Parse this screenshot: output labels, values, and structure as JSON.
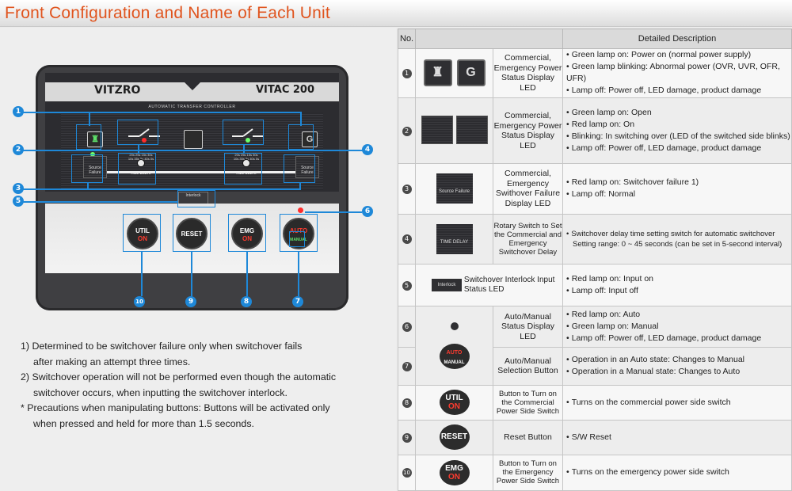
{
  "title": "Front Configuration and Name of Each Unit",
  "device": {
    "brand_left": "VITZRO",
    "brand_right": "VITAC 200",
    "sub_label": "AUTOMATIC TRANSFER CONTROLLER",
    "util_icon": "♜",
    "gen_icon": "G",
    "source_failure": "Source Failure",
    "time_delay": "TIME DELAY",
    "interlock": "Interlock",
    "btn_util_top": "UTIL",
    "btn_util_bottom": "ON",
    "btn_reset": "RESET",
    "btn_emg_top": "EMG",
    "btn_emg_bottom": "ON",
    "btn_auto_top": "AUTO",
    "btn_auto_bottom": "MANUAL",
    "dial_scale": "20s 25s 15s 30s 10s 35s 5s 40s 0s 45s"
  },
  "callouts": [
    "1",
    "2",
    "3",
    "4",
    "5",
    "6",
    "7",
    "8",
    "9",
    "10"
  ],
  "notes": [
    "1) Determined to be switchover failure only when switchover fails",
    "after making an attempt three times.",
    "2) Switchover operation will not be performed even though the automatic",
    "switchover occurs, when inputting the switchover interlock.",
    "*  Precautions when manipulating buttons: Buttons will be activated only",
    "when pressed and held for more than 1.5 seconds."
  ],
  "table": {
    "col_no": "No.",
    "col_desc": "Detailed Description",
    "rows": [
      {
        "no": "1",
        "name": "Commercial, Emergency Power Status Display LED",
        "desc": [
          "Green lamp on: Power on (normal power supply)",
          "Green lamp blinking: Abnormal power (OVR, UVR, OFR, UFR)",
          "Lamp off: Power off, LED damage, product damage"
        ]
      },
      {
        "no": "2",
        "name": "Commercial, Emergency Power Status Display LED",
        "desc": [
          "Green lamp on: Open",
          "Red lamp on: On",
          "Blinking: In switching over (LED of the switched side blinks)",
          "Lamp off: Power off, LED damage, product damage"
        ]
      },
      {
        "no": "3",
        "name": "Commercial, Emergency Swithover Failure Display LED",
        "desc": [
          "Red lamp on: Switchover failure 1)",
          "Lamp off: Normal"
        ]
      },
      {
        "no": "4",
        "name": "Rotary Switch to Set the Commercial and Emergency Switchover Delay",
        "desc": [
          "Switchover delay time setting switch for automatic switchover",
          "Setting range: 0 ~ 45 seconds (can be set in 5-second interval)"
        ]
      },
      {
        "no": "5",
        "name": "Switchover Interlock Input Status LED",
        "desc": [
          "Red lamp on: Input on",
          "Lamp off: Input off"
        ]
      },
      {
        "no": "6",
        "name": "Auto/Manual Status Display LED",
        "desc": [
          "Red lamp on: Auto",
          "Green lamp on: Manual",
          "Lamp off: Power off, LED damage, product damage"
        ]
      },
      {
        "no": "7",
        "name": "Auto/Manual Selection Button",
        "desc": [
          "Operation in an Auto state: Changes to Manual",
          "Operation in a Manual state: Changes to Auto"
        ]
      },
      {
        "no": "8",
        "name": "Button to Turn on the Commercial Power Side Switch",
        "desc": [
          "Turns on the commercial power side switch"
        ]
      },
      {
        "no": "9",
        "name": "Reset Button",
        "desc": [
          "S/W Reset"
        ]
      },
      {
        "no": "10",
        "name": "Button to Turn on the Emergency Power Side Switch",
        "desc": [
          "Turns on the emergency power side switch"
        ]
      }
    ],
    "img_labels": {
      "r1a": "♜",
      "r1b": "G",
      "r3": "Source Failure",
      "r4": "TIME DELAY",
      "r5": "Interlock",
      "r6a": "AUTO",
      "r6b": "MANUAL",
      "r8a": "UTIL",
      "r8b": "ON",
      "r9": "RESET",
      "r10a": "EMG",
      "r10b": "ON"
    }
  },
  "colors": {
    "accent": "#e0541e",
    "callout": "#1e88d8"
  }
}
